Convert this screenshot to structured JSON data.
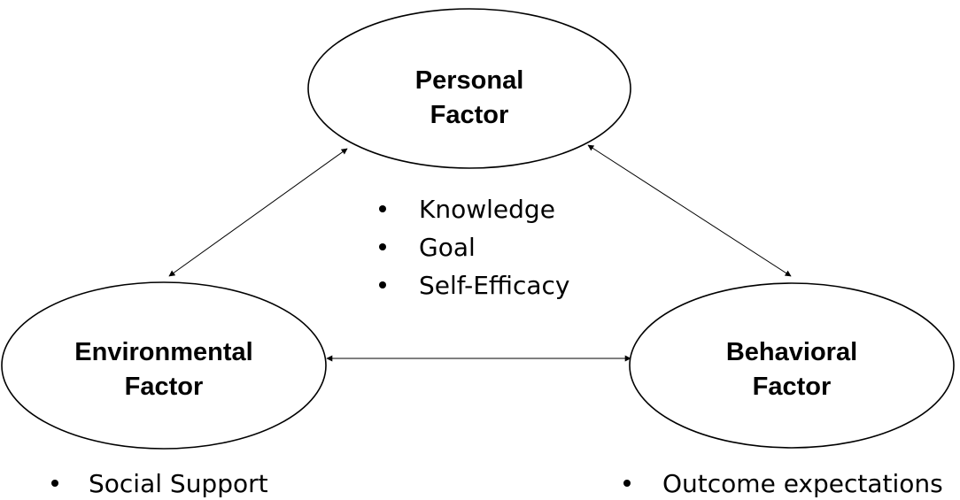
{
  "nodes": {
    "personal": {
      "line1": "Personal",
      "line2": "Factor"
    },
    "environmental": {
      "line1": "Environmental",
      "line2": "Factor"
    },
    "behavioral": {
      "line1": "Behavioral",
      "line2": "Factor"
    }
  },
  "lists": {
    "personal": [
      "Knowledge",
      "Goal",
      "Self-Efficacy"
    ],
    "environmental": [
      "Social Support"
    ],
    "behavioral": [
      "Outcome expectations"
    ]
  },
  "colors": {
    "stroke": "#000000",
    "fill": "#ffffff",
    "text": "#000000"
  }
}
